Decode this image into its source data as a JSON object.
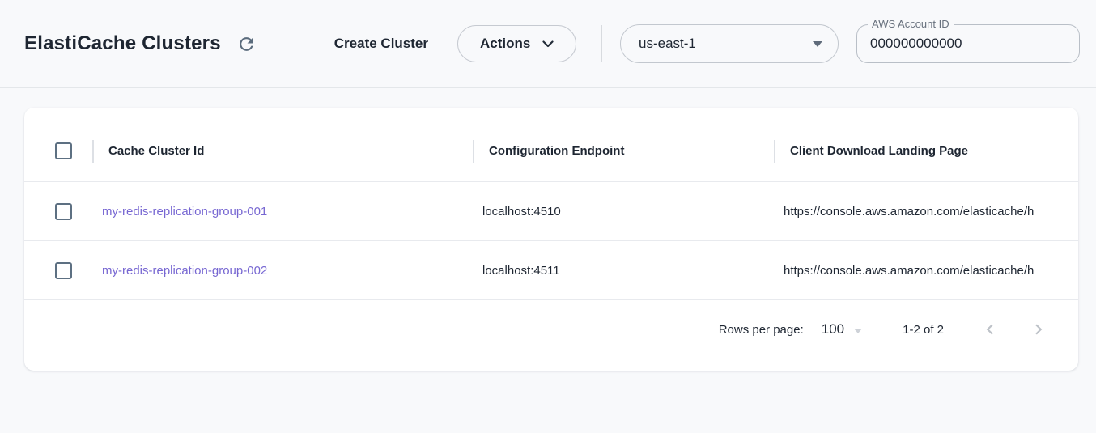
{
  "header": {
    "title": "ElastiCache Clusters",
    "refresh_icon": "refresh-icon",
    "create_cluster_label": "Create Cluster",
    "actions_label": "Actions",
    "region_selected": "us-east-1",
    "account_id_label": "AWS Account ID",
    "account_id_value": "000000000000"
  },
  "table": {
    "columns": [
      "Cache Cluster Id",
      "Configuration Endpoint",
      "Client Download Landing Page"
    ],
    "rows": [
      {
        "cache_cluster_id": "my-redis-replication-group-001",
        "configuration_endpoint": "localhost:4510",
        "client_download_landing_page": "https://console.aws.amazon.com/elasticache/h"
      },
      {
        "cache_cluster_id": "my-redis-replication-group-002",
        "configuration_endpoint": "localhost:4511",
        "client_download_landing_page": "https://console.aws.amazon.com/elasticache/h"
      }
    ],
    "pagination": {
      "rows_per_page_label": "Rows per page:",
      "rows_per_page_value": "100",
      "range_label": "1-2 of 2"
    }
  },
  "colors": {
    "page_background": "#f8f9fb",
    "card_background": "#ffffff",
    "text": "#1e2632",
    "link": "#7767d2",
    "checkbox_border": "#5d7082",
    "input_border": "#c3c8cf",
    "divider": "#e8eaee",
    "disabled_icon": "#bdc2c8",
    "icon": "#5a6b7c"
  }
}
